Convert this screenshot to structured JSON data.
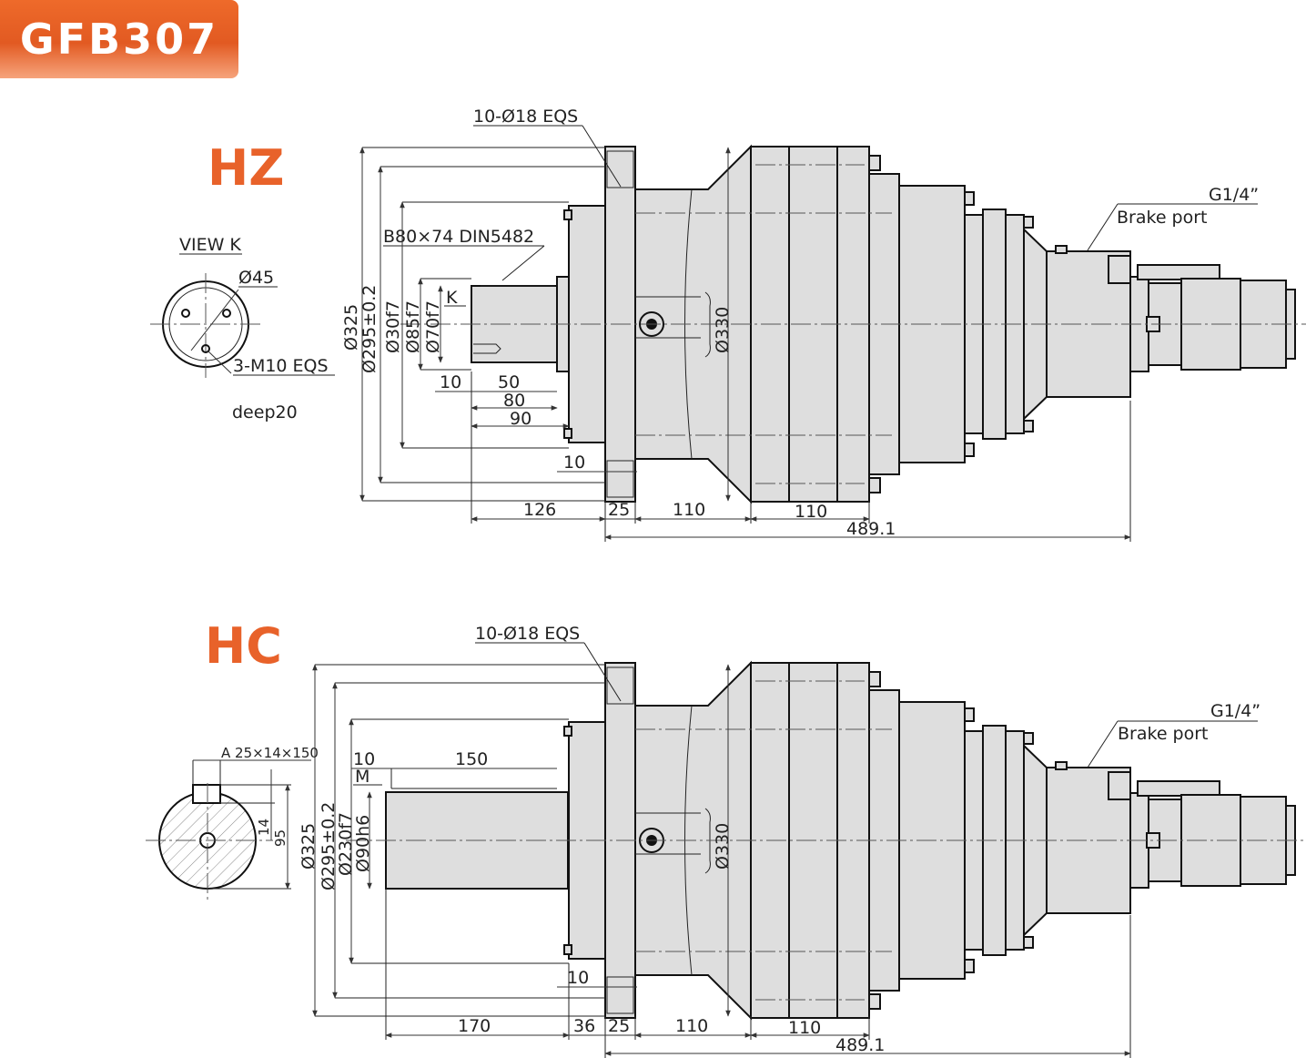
{
  "header": {
    "model": "GFB307"
  },
  "hz": {
    "label": "HZ",
    "flange_holes": "10-Ø18 EQS",
    "spline": "B80×74 DIN5482",
    "view_k": {
      "title": "VIEW K",
      "dia": "Ø45",
      "holes": "3-M10 EQS",
      "depth": "deep20"
    },
    "k_mark": "K",
    "diameters": [
      "Ø325",
      "Ø295±0.2",
      "Ø30f7",
      "Ø85f7",
      "Ø70f7"
    ],
    "shaft_dims": [
      "10",
      "50",
      "80",
      "90"
    ],
    "flange_dim": "10",
    "body_dia": "Ø330",
    "lengths": [
      "126",
      "25",
      "110",
      "110"
    ],
    "total_length": "489.1",
    "thread": "G1/4”",
    "brake_port": "Brake port"
  },
  "hc": {
    "label": "HC",
    "flange_holes": "10-Ø18 EQS",
    "key": "A 25×14×150",
    "key_dims": [
      "14",
      "95"
    ],
    "m_mark": "M",
    "shaft_dims": [
      "10",
      "150"
    ],
    "diameters": [
      "Ø325",
      "Ø295±0.2",
      "Ø230f7",
      "Ø90h6"
    ],
    "flange_dim": "10",
    "body_dia": "Ø330",
    "lengths": [
      "170",
      "36",
      "25",
      "110",
      "110"
    ],
    "total_length": "489.1",
    "thread": "G1/4”",
    "brake_port": "Brake port"
  }
}
